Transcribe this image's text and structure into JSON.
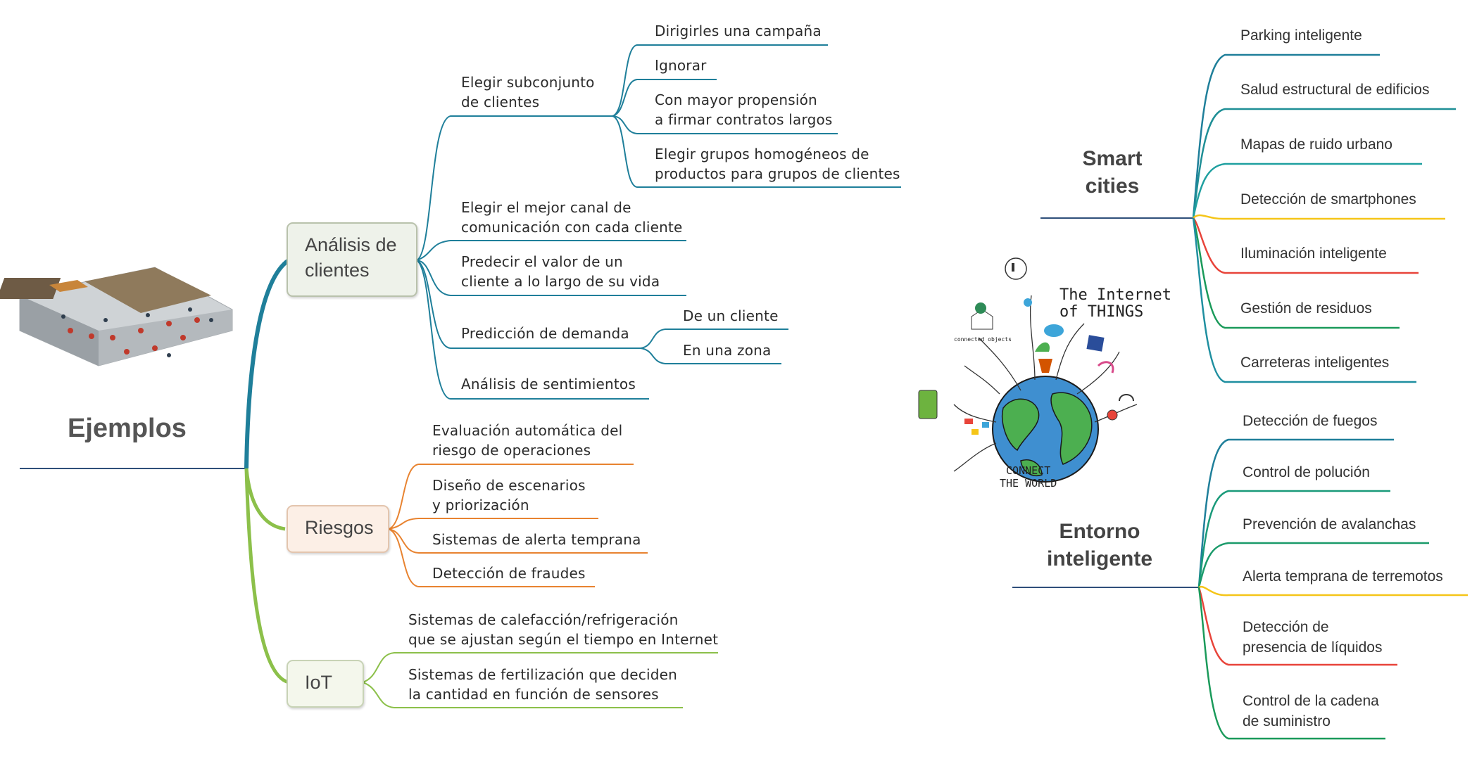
{
  "root": {
    "title": "Ejemplos"
  },
  "branches": {
    "clientes": {
      "label": "Análisis de\nclientes",
      "subconjunto": "Elegir subconjunto\nde clientes",
      "subconjunto_items": [
        "Dirigirles una campaña",
        "Ignorar",
        "Con mayor propensión\na firmar contratos largos",
        "Elegir grupos homogéneos de\nproductos para grupos de clientes"
      ],
      "canal": "Elegir el mejor canal de\ncomunicación con cada cliente",
      "valor": "Predecir el valor de un\ncliente a lo largo de su vida",
      "demanda": "Predicción de demanda",
      "demanda_items": [
        "De un cliente",
        "En una zona"
      ],
      "sentimientos": "Análisis de sentimientos"
    },
    "riesgos": {
      "label": "Riesgos",
      "items": [
        "Evaluación automática del\nriesgo de operaciones",
        "Diseño de escenarios\ny priorización",
        "Sistemas de alerta temprana",
        "Detección de fraudes"
      ]
    },
    "iot": {
      "label": "IoT",
      "items": [
        "Sistemas de calefacción/refrigeración\nque se ajustan según el tiempo en Internet",
        "Sistemas de fertilización que deciden\nla cantidad en función de sensores"
      ]
    }
  },
  "smart_cities": {
    "title": "Smart\ncities",
    "items": [
      "Parking inteligente",
      "Salud estructural de edificios",
      "Mapas de ruido urbano",
      "Detección de smartphones",
      "Iluminación inteligente",
      "Gestión de residuos",
      "Carreteras inteligentes"
    ]
  },
  "entorno": {
    "title": "Entorno\ninteligente",
    "items": [
      "Detección de fuegos",
      "Control de polución",
      "Prevención de avalanchas",
      "Alerta temprana de terremotos",
      "Detección de\npresencia de líquidos",
      "Control de la cadena\nde suministro"
    ]
  },
  "iot_image": {
    "heading": "The Internet\nof THINGS",
    "footer": "CONNECT\nTHE WORLD",
    "objects_label": "connected objects"
  },
  "colors": {
    "teal": "#1f7f9a",
    "orange": "#e88330",
    "green": "#8cc04a",
    "navy": "#2f4f7a",
    "yellow": "#f5c518",
    "red": "#e8443a"
  }
}
